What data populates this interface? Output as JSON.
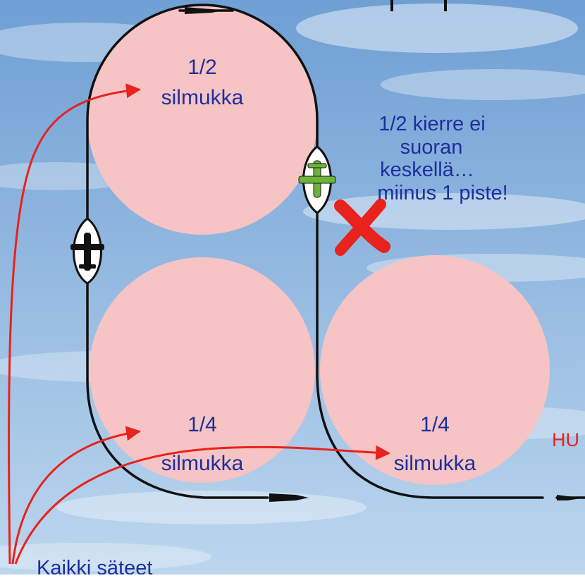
{
  "loops": {
    "top": {
      "line1": "1/2",
      "line2": "silmukka"
    },
    "bottom_left": {
      "line1": "1/4",
      "line2": "silmukka"
    },
    "bottom_right": {
      "line1": "1/4",
      "line2": "silmukka"
    }
  },
  "note": {
    "line1": "1/2 kierre ei",
    "line2": "suoran",
    "line3": "keskellä…",
    "line4": "miinus 1 piste!"
  },
  "penalty_mark": "X",
  "edge_label": "HU",
  "footer_label": "Kaikki säteet",
  "colors": {
    "sky_top": "#6f9fd4",
    "sky_bottom": "#bcd6ee",
    "loop_fill": "#f6c4c4",
    "text_blue": "#1d2f9c",
    "accent_red": "#e8221d",
    "path": "#111111",
    "plane_green": "#6cb33a"
  }
}
